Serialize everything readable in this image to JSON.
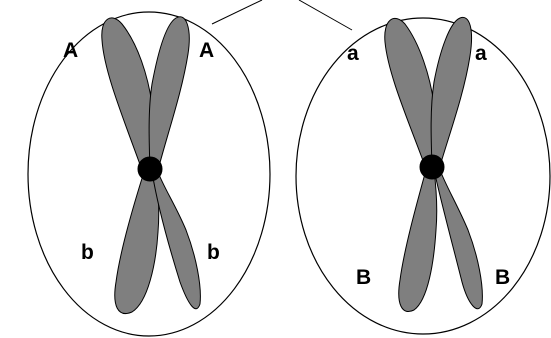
{
  "cells": [
    {
      "name": "left-cell",
      "labels": {
        "top_left": "A",
        "top_right": "A",
        "bottom_left": "b",
        "bottom_right": "b"
      }
    },
    {
      "name": "right-cell",
      "labels": {
        "top_left": "a",
        "top_right": "a",
        "bottom_left": "B",
        "bottom_right": "B"
      }
    }
  ],
  "colors": {
    "chromatid_fill": "#7f7f7f",
    "centromere": "#000000",
    "outline": "#000000",
    "background": "#ffffff"
  }
}
